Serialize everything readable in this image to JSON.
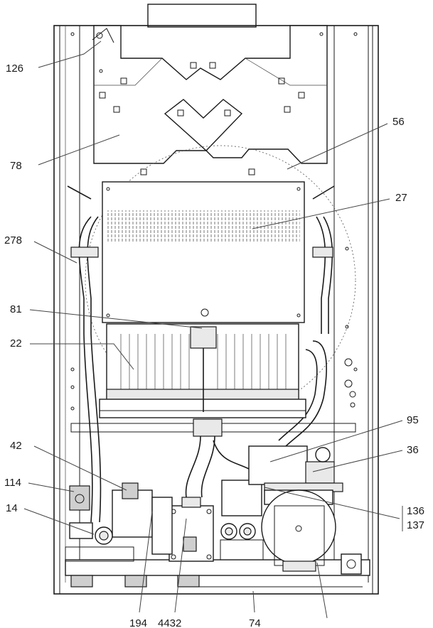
{
  "callouts": {
    "c126": "126",
    "c78": "78",
    "c56": "56",
    "c27": "27",
    "c278": "278",
    "c81": "81",
    "c22": "22",
    "c95": "95",
    "c42": "42",
    "c36": "36",
    "c114": "114",
    "c14": "14",
    "c136": "136",
    "c137": "137",
    "c194": "194",
    "c4432": "4432",
    "c74": "74"
  }
}
